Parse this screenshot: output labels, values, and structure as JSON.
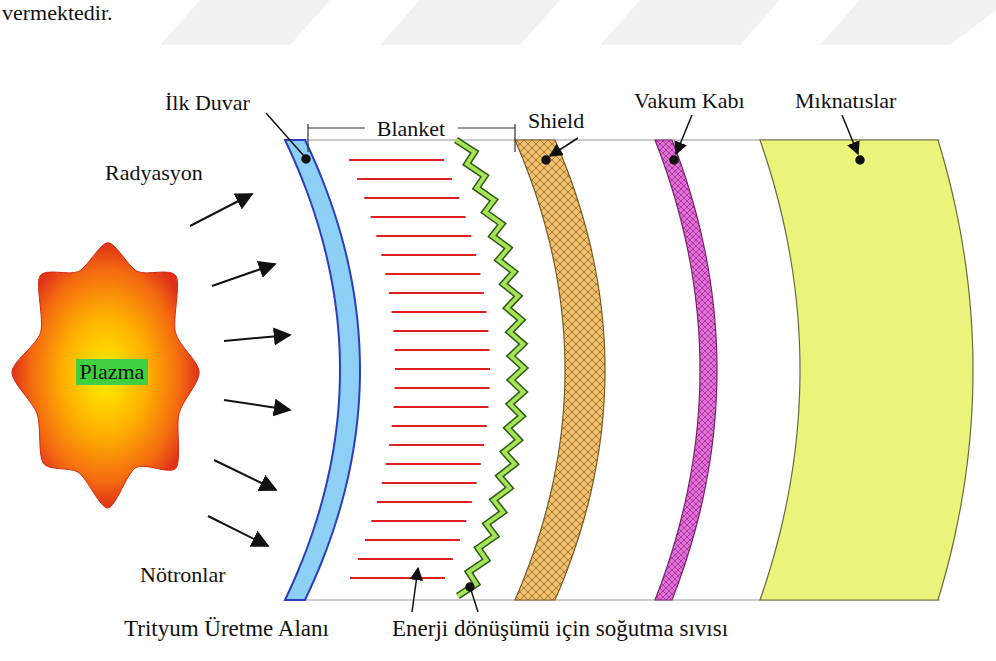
{
  "diagram": {
    "nodes": [
      {
        "text": [
          "Plazma"
        ]
      }
    ],
    "labels": [
      "vermektedir.",
      "İlk Duvar",
      "Blanket",
      "Shield",
      "Vakum Kabı",
      "Mıknatıslar",
      "Radyasyon",
      "Nötronlar",
      "Trityum Üretme Alanı",
      "Enerji dönüşümü için soğutma sıvısı"
    ]
  }
}
